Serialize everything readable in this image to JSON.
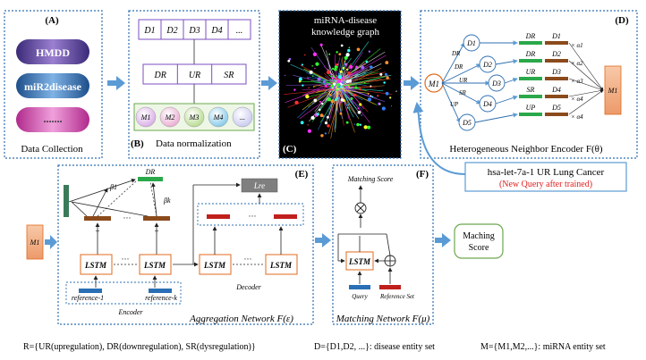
{
  "panelA": {
    "letter": "(A)",
    "db1": "HMDD",
    "db2": "miR2disease",
    "db3": ".......",
    "caption": "Data Collection"
  },
  "panelB": {
    "letter": "(B)",
    "diseases": [
      "D1",
      "D2",
      "D3",
      "D4",
      "..."
    ],
    "relations": [
      "DR",
      "UR",
      "SR"
    ],
    "mirnas": [
      "M1",
      "M2",
      "M3",
      "M4",
      "..."
    ],
    "caption": "Data normalization"
  },
  "panelC": {
    "letter": "(C)",
    "title_line1": "miRNA-disease",
    "title_line2": "knowledge graph"
  },
  "panelD": {
    "letter": "(D)",
    "center": "M1",
    "neighbors": [
      "D1",
      "D2",
      "D3",
      "D4",
      "D5"
    ],
    "edge_labels": [
      "DR",
      "DR",
      "UR",
      "SR",
      "UP"
    ],
    "rel_labels": [
      "DR",
      "DR",
      "UR",
      "SR",
      "UP"
    ],
    "dis_labels": [
      "D1",
      "D2",
      "D3",
      "D4",
      "D5"
    ],
    "alphas": [
      "× α1",
      "× α2",
      "× α3",
      "× α4",
      "× α4"
    ],
    "output": "M1",
    "caption": "Heterogeneous Neighbor Encoder F(θ)"
  },
  "query": {
    "line1": "hsa-let-7a-1 UR Lung Cancer",
    "line2": "(New Query after trained)"
  },
  "panelE": {
    "letter": "(E)",
    "input": "M1",
    "top_label": "DR",
    "beta1": "β1",
    "betak": "βk",
    "loss": "Lre",
    "lstm": "LSTM",
    "ref1": "reference-1",
    "refk": "reference-k",
    "dots": "···",
    "decoder": "Decoder",
    "encoder": "Encoder",
    "caption": "Aggregation Network F(ε)"
  },
  "panelF": {
    "letter": "(F)",
    "score_label": "Matching Score",
    "lstm": "LSTM",
    "query": "Query",
    "refset": "Reference Set",
    "caption": "Matching Network F(μ)"
  },
  "output": {
    "label": "Maching Score"
  },
  "legend": {
    "relations": "R={UR(upregulation), DR(downregulation), SR(dysregulation)}",
    "diseases": "D={D1,D2, ...}: disease entity set",
    "mirnas": "M={M1,M2,...}: miRNA entity set"
  },
  "colors": {
    "border_dotted": "#2e6fb0",
    "arrow": "#5b9bd5",
    "green_bar": "#2aa84a",
    "brown_bar": "#8b4a1c",
    "blue_bar": "#2a6fb5",
    "red_bar": "#c0201c",
    "query_red": "#e02020",
    "m1_fill": "#f4b183"
  }
}
